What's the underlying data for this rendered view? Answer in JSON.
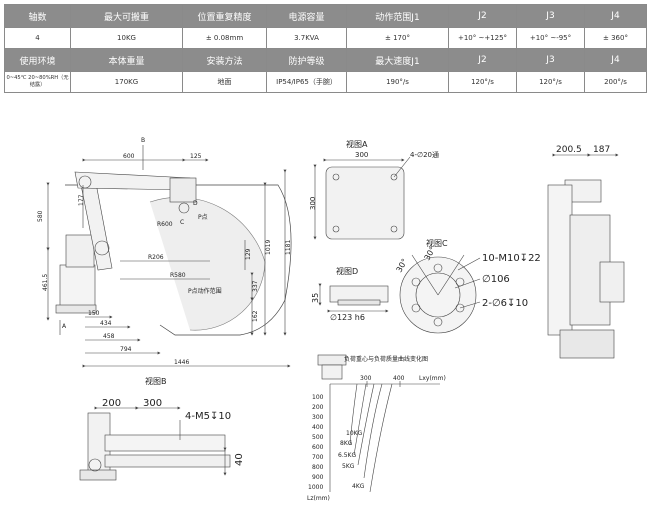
{
  "table": {
    "header1": [
      "轴数",
      "最大可搬重",
      "位置重复精度",
      "电源容量",
      "动作范围J1",
      "J2",
      "J3",
      "J4"
    ],
    "values1": [
      "4",
      "10KG",
      "± 0.08mm",
      "3.7KVA",
      "± 170°",
      "+10° ~+125°",
      "+10° ~-95°",
      "± 360°"
    ],
    "header2": [
      "使用环境",
      "本体重量",
      "安装方法",
      "防护等级",
      "最大速度J1",
      "J2",
      "J3",
      "J4"
    ],
    "values2": [
      "0~45℃ 20~80%RH（无结露）",
      "170KG",
      "地面",
      "IP54/IP65（手腕）",
      "190°/s",
      "120°/s",
      "120°/s",
      "200°/s"
    ]
  },
  "side_view": {
    "dims": [
      "600",
      "125",
      "B",
      "580",
      "177",
      "461.5",
      "150",
      "434",
      "458",
      "794",
      "1446",
      "1019",
      "1181",
      "337",
      "162",
      "129",
      "A"
    ],
    "labels": [
      "R600",
      "P点",
      "R206",
      "R580",
      "P点动作范围",
      "D",
      "C"
    ]
  },
  "view_a": {
    "title": "视图A",
    "dims": [
      "300",
      "300",
      "4-∅20通"
    ]
  },
  "view_c": {
    "title": "视图C",
    "dims": [
      "30°",
      "30°",
      "10-M10↧22",
      "∅106",
      "2-∅6↧10"
    ]
  },
  "view_d": {
    "title": "视图D",
    "dims": [
      "35",
      "∅123 h6"
    ]
  },
  "view_b": {
    "title": "视图B",
    "dims": [
      "200",
      "300",
      "4-M5↧10",
      "40"
    ]
  },
  "front_view": {
    "dims": [
      "200.5",
      "187"
    ]
  },
  "load_chart": {
    "title": "负荷重心与负荷质量曲线变化图",
    "x_ticks": [
      "300",
      "400"
    ],
    "x_label": "Lxy(mm)",
    "y_ticks": [
      "100",
      "200",
      "300",
      "400",
      "500",
      "600",
      "700",
      "800",
      "900",
      "1000"
    ],
    "y_label": "Lz(mm)",
    "curves": [
      "10KG",
      "8KG",
      "6.5KG",
      "5KG",
      "4KG"
    ]
  }
}
